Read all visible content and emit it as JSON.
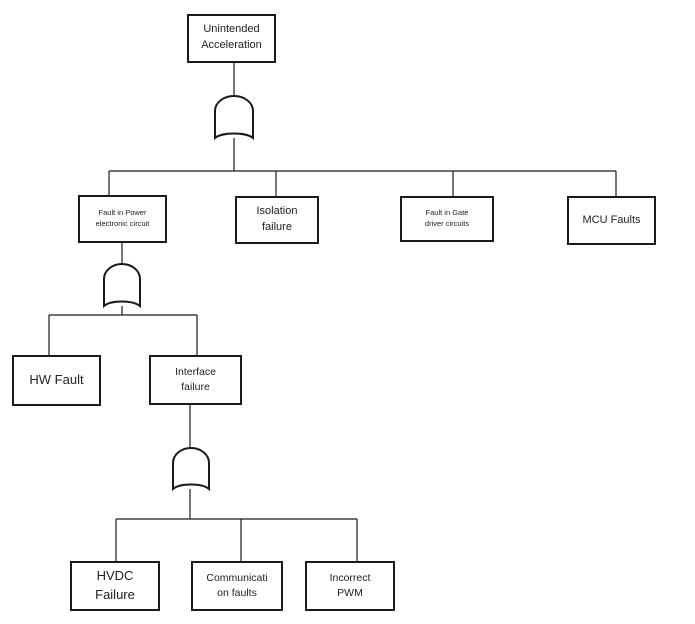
{
  "diagram": {
    "top_event": "Unintended\nAcceleration",
    "level1": [
      "Fault in Power\nelectronic circuit",
      "Isolation\nfailure",
      "Fault in Gate\ndriver circuits",
      "MCU Faults"
    ],
    "level2": [
      "HW Fault",
      "Interface\nfailure"
    ],
    "level3": [
      "HVDC\nFailure",
      "Communicati\non faults",
      "Incorrect\nPWM"
    ]
  }
}
